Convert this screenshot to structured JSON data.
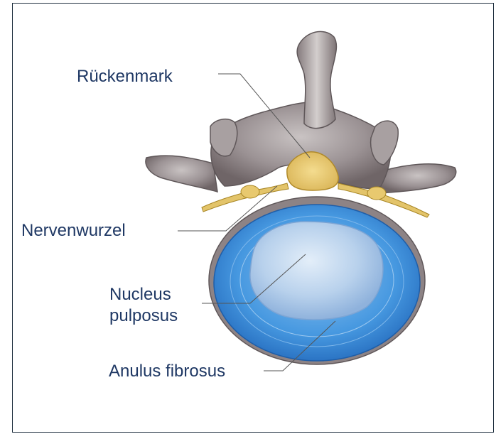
{
  "diagram": {
    "labels": {
      "spinal_cord": "Rückenmark",
      "nerve_root": "Nervenwurzel",
      "nucleus_line1": "Nucleus",
      "nucleus_line2": "pulposus",
      "anulus": "Anulus fibrosus"
    },
    "colors": {
      "label_text": "#1f3864",
      "leader_line": "#555555",
      "bone": "#9c9496",
      "spinal_cord": "#e8c56a",
      "anulus": "#3d8fdd",
      "nucleus": "#b9d3ee"
    }
  }
}
